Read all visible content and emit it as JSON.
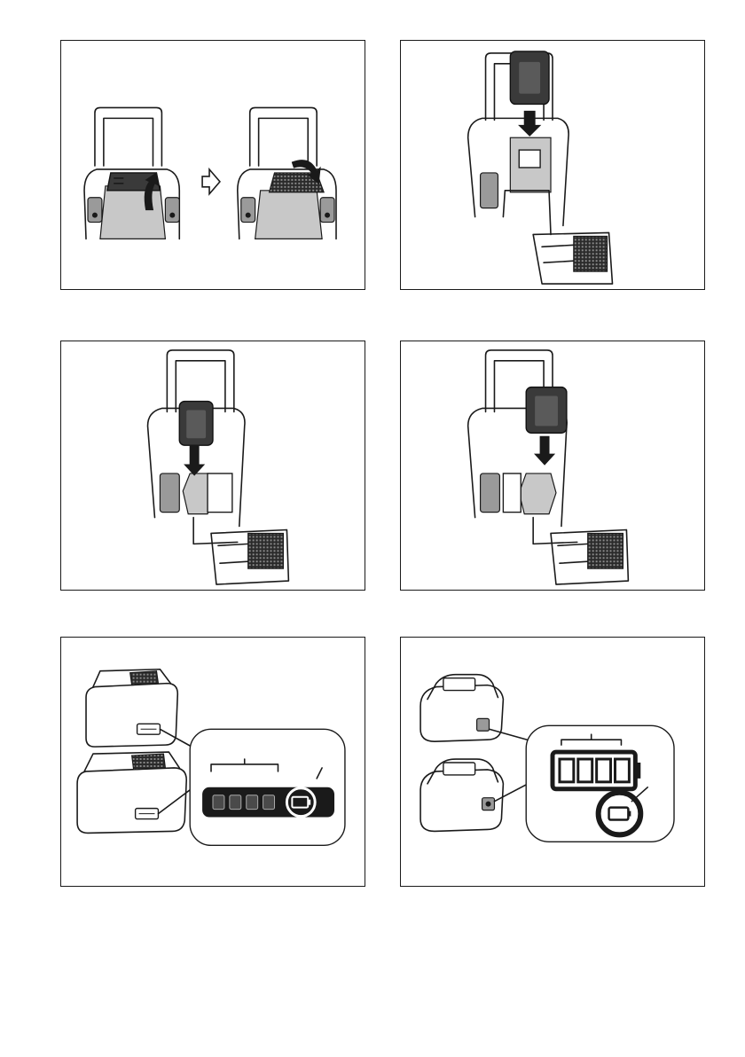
{
  "figures": [
    {
      "id": "fig1",
      "depicts": "open-battery-cover"
    },
    {
      "id": "fig2",
      "depicts": "insert-battery-slot-1"
    },
    {
      "id": "fig3",
      "depicts": "insert-battery-slot-2"
    },
    {
      "id": "fig4",
      "depicts": "insert-battery-slot-3"
    },
    {
      "id": "fig5",
      "depicts": "battery-capacity-indicator-type-a"
    },
    {
      "id": "fig6",
      "depicts": "battery-capacity-indicator-type-b"
    }
  ],
  "indicator": {
    "lamp_count": 4
  },
  "icons": [
    "arrow-up-icon",
    "arrow-right-icon",
    "arrow-down-icon",
    "battery-icon"
  ]
}
